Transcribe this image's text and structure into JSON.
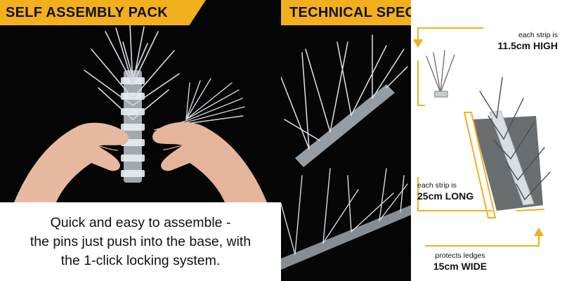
{
  "left_panel": {
    "banner_title": "SELF ASSEMBLY PACK",
    "caption_lines": [
      "Quick and easy to assemble -",
      "the pins just push into the base, with",
      "the 1-click locking system."
    ]
  },
  "right_panel": {
    "banner_title": "TECHNICAL SPECS",
    "height_spec": {
      "label": "each strip is",
      "value": "11.5cm HIGH"
    },
    "length_spec": {
      "label": "each strip is",
      "value": "25cm LONG"
    },
    "width_spec": {
      "label": "protects ledges",
      "value": "15cm WIDE"
    }
  },
  "colors": {
    "accent": "#f2b01e",
    "photo_background": "#060606",
    "text": "#111111"
  }
}
